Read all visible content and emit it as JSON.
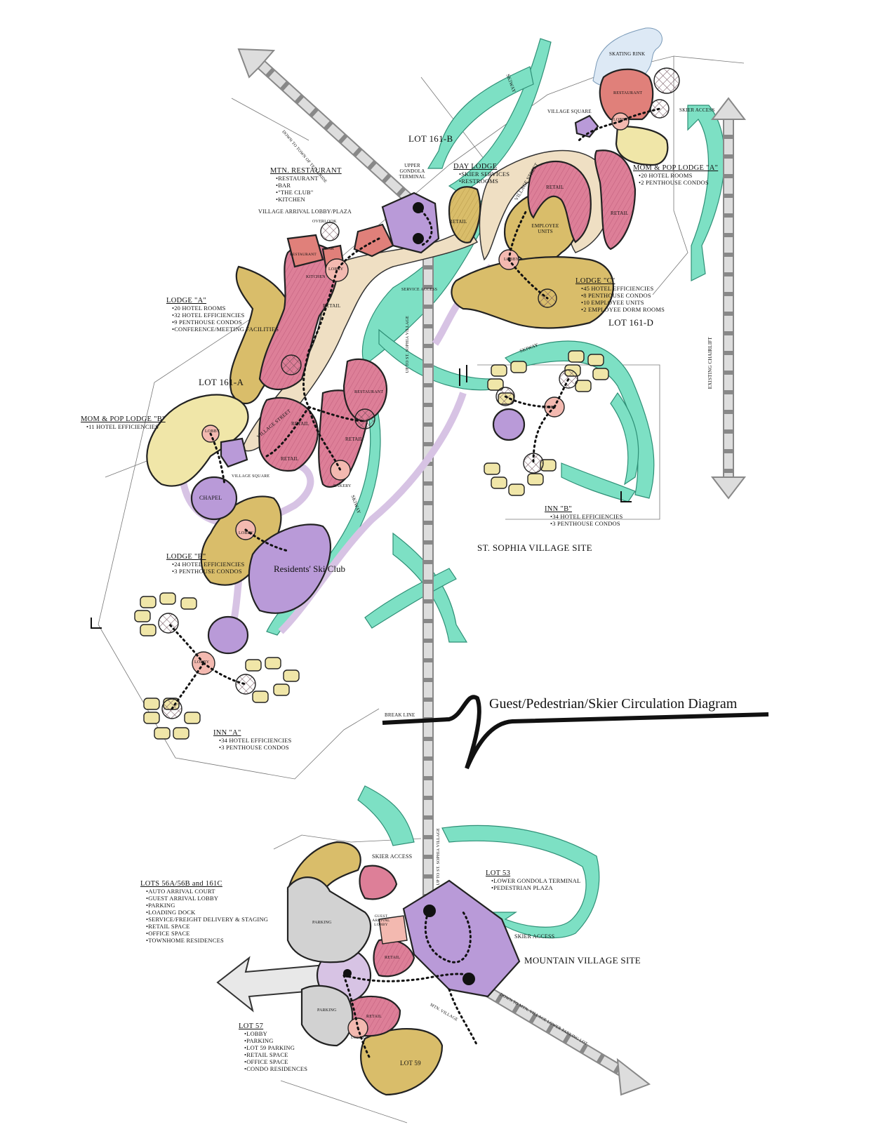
{
  "colors": {
    "skiway": "#7de0c4",
    "lodge_yellow": "#d9bd6a",
    "pink": "#dd7f98",
    "salmon": "#e0807a",
    "purple": "#b99ad8",
    "light_purple": "#d7c3e4",
    "cream": "#efdfc3",
    "pale_yellow": "#f0e6a8",
    "gray_path": "#cfcfcf"
  },
  "title": "Guest/Pedestrian/Skier Circulation Diagram",
  "break_line": "BREAK LINE",
  "sites": {
    "st_sophia": "ST. SOPHIA VILLAGE SITE",
    "mountain_village": "MOUNTAIN VILLAGE SITE"
  },
  "lots": {
    "lot_161b": "LOT 161-B",
    "lot_161a": "LOT 161-A",
    "lot_161d": "LOT 161-D"
  },
  "labels": {
    "skating_rink": "SKATING RINK",
    "restaurant": "RESTAURANT",
    "village_square": "VILLAGE SQUARE",
    "lobby": "LOBBY",
    "skier_access": "SKIER ACCESS",
    "skiway": "SKIWAY",
    "down_telluride": "DOWN TO TOWN OF TELLURIDE",
    "upper_gondola": "UPPER GONDOLA TERMINAL",
    "village_arrival": "VILLAGE ARRIVAL LOBBY/PLAZA",
    "overlook": "OVERLOOK",
    "bar": "BAR",
    "kitchen": "KITCHEN",
    "retail": "RETAIL",
    "village_street": "VILLAGE STREET",
    "employee_units": "EMPLOYEE UNITS",
    "service_access": "SERVICE ACCESS",
    "existing_chairlift": "EXISTING CHAIRLIFT",
    "down_mountain_village": "DOWN TO MTN. VILLAGE",
    "chapel": "CHAPEL",
    "bakery": "BAKERY",
    "residents_ski_club": "Residents' Ski Club",
    "up_st_sophia": "UP TO ST. SOPHIA VILLAGE",
    "parking": "PARKING",
    "guest_arrival_lobby": "GUEST ARRIVAL LOBBY",
    "retail_lower": "RETAIL",
    "lot_59": "LOT 59",
    "down_lower_parking": "DOWN TO MTN. VILLAGE LOWER PARKING LOT",
    "mountain_village_short": "MTN. VILLAGE"
  },
  "callouts": {
    "mtn_restaurant": {
      "title": "MTN. RESTAURANT",
      "items": [
        "RESTAURANT",
        "BAR",
        "\"THE CLUB\"",
        "KITCHEN"
      ]
    },
    "day_lodge": {
      "title": "DAY LODGE",
      "items": [
        "SKIER SERVICES",
        "RESTROOMS"
      ]
    },
    "mom_pop_a": {
      "title": "MOM & POP LODGE \"A\"",
      "items": [
        "20 HOTEL ROOMS",
        "2 PENTHOUSE CONDOS"
      ]
    },
    "lodge_a": {
      "title": "LODGE \"A\"",
      "items": [
        "20 HOTEL ROOMS",
        "32 HOTEL EFFICIENCIES",
        "9 PENTHOUSE CONDOS",
        "CONFERENCE/MEETING FACILITIES"
      ]
    },
    "lodge_c": {
      "title": "LODGE \"C\"",
      "items": [
        "45 HOTEL EFFICIENCIES",
        "8 PENTHOUSE CONDOS",
        "10 EMPLOYEE UNITS",
        "2 EMPLOYEE DORM ROOMS"
      ]
    },
    "mom_pop_b": {
      "title": "MOM & POP LODGE \"B\"",
      "items": [
        "11 HOTEL EFFICIENCIES"
      ]
    },
    "inn_b": {
      "title": "INN \"B\"",
      "items": [
        "34 HOTEL EFFICIENCIES",
        "3 PENTHOUSE CONDOS"
      ]
    },
    "lodge_b": {
      "title": "LODGE \"B\"",
      "items": [
        "24 HOTEL EFFICIENCIES",
        "3 PENTHOUSE CONDOS"
      ]
    },
    "inn_a": {
      "title": "INN \"A\"",
      "items": [
        "34 HOTEL EFFICIENCIES",
        "3 PENTHOUSE CONDOS"
      ]
    },
    "lots_56": {
      "title": "LOTS 56A/56B and 161C",
      "items": [
        "AUTO ARRIVAL COURT",
        "GUEST ARRIVAL LOBBY",
        "PARKING",
        "LOADING DOCK",
        "SERVICE/FREIGHT DELIVERY & STAGING",
        "RETAIL SPACE",
        "OFFICE SPACE",
        "TOWNHOME RESIDENCES"
      ]
    },
    "lot_53": {
      "title": "LOT 53",
      "items": [
        "LOWER GONDOLA TERMINAL",
        "PEDESTRIAN PLAZA"
      ]
    },
    "lot_57": {
      "title": "LOT 57",
      "items": [
        "LOBBY",
        "PARKING",
        "LOT 59 PARKING",
        "RETAIL SPACE",
        "OFFICE SPACE",
        "CONDO RESIDENCES"
      ]
    }
  }
}
